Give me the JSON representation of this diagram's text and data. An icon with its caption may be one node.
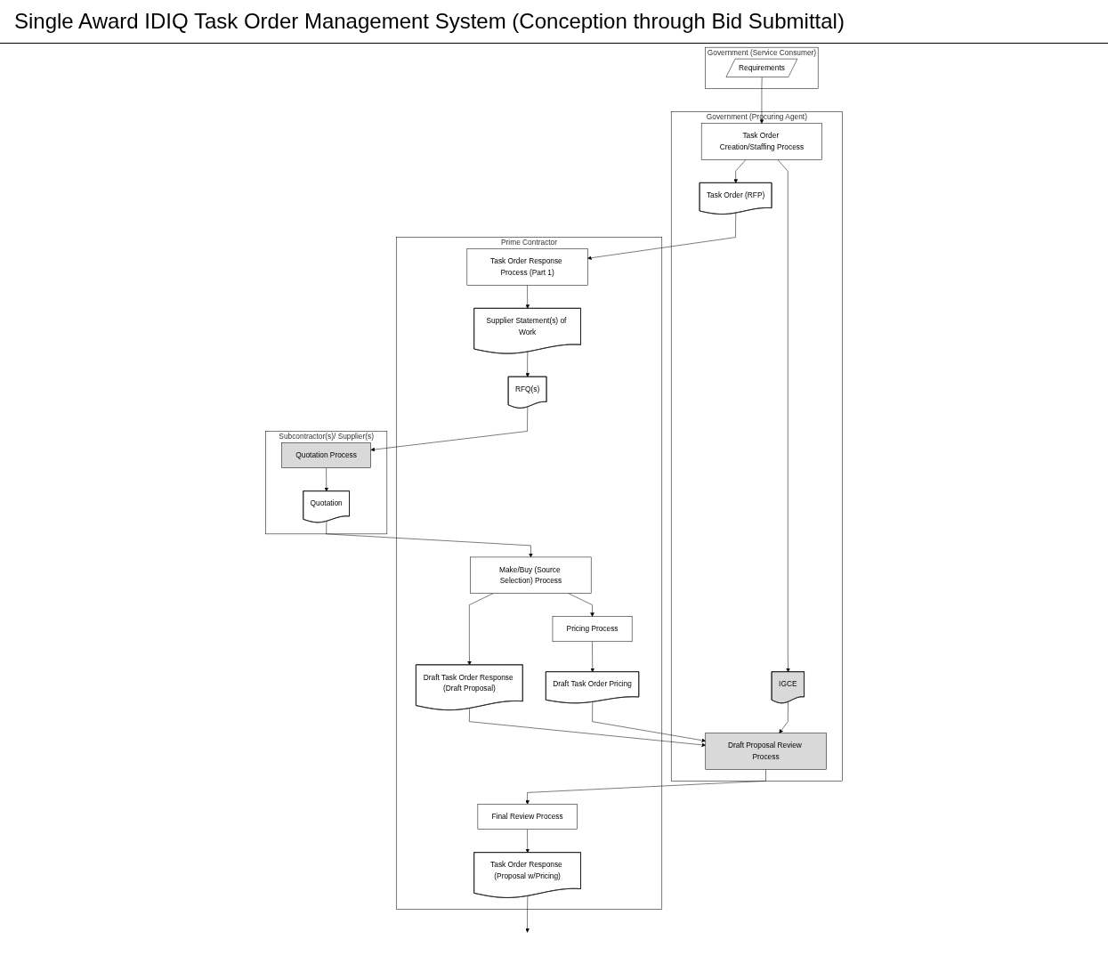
{
  "diagram": {
    "title": "Single Award IDIQ Task Order Management System (Conception through Bid Submittal)",
    "nodes": [
      {
        "text": [
          "Government (Service Consumer)"
        ]
      },
      {
        "text": [
          "Requirements"
        ],
        "in": 0
      },
      {
        "text": [
          "Government (Procuring Agent)"
        ]
      },
      {
        "text": [
          "Task Order Creation/Staffing Process"
        ],
        "in": 2
      },
      {
        "text": [
          "Task Order (RFP)"
        ],
        "in": 2
      },
      {
        "text": [
          "IGCE"
        ],
        "in": 2
      },
      {
        "text": [
          "Draft Proposal Review Process"
        ],
        "in": 2
      },
      {
        "text": [
          "Prime Contractor"
        ]
      },
      {
        "text": [
          "Task Order Response Process (Part 1)"
        ],
        "in": 7
      },
      {
        "text": [
          "Supplier Statement(s) of Work"
        ],
        "in": 7
      },
      {
        "text": [
          "RFQ(s)"
        ],
        "in": 7
      },
      {
        "text": [
          "Make/Buy (Source Selection) Process"
        ],
        "in": 7
      },
      {
        "text": [
          "Draft Task Order Response (Draft Proposal)"
        ],
        "in": 7
      },
      {
        "text": [
          "Pricing Process"
        ],
        "in": 7
      },
      {
        "text": [
          "Draft Task Order Pricing"
        ],
        "in": 7
      },
      {
        "text": [
          "Final Review Process"
        ],
        "in": 7
      },
      {
        "text": [
          "Task Order Response (Proposal w/Pricing)"
        ],
        "in": 7
      },
      {
        "text": [
          "Subcontractor(s)/ Supplier(s)"
        ]
      },
      {
        "text": [
          "Quotation Process"
        ],
        "in": 17
      },
      {
        "text": [
          "Quotation"
        ],
        "in": 17
      }
    ],
    "edges": [
      {
        "from": 1,
        "to": 3,
        "arrow": "to"
      },
      {
        "from": 3,
        "to": 4,
        "arrow": "to"
      },
      {
        "from": 3,
        "to": 5,
        "arrow": "to"
      },
      {
        "from": 4,
        "to": 8,
        "arrow": "to"
      },
      {
        "from": 8,
        "to": 9,
        "arrow": "to"
      },
      {
        "from": 9,
        "to": 10,
        "arrow": "to"
      },
      {
        "from": 10,
        "to": 18,
        "arrow": "to"
      },
      {
        "from": 18,
        "to": 19,
        "arrow": "to"
      },
      {
        "from": 19,
        "to": 11,
        "arrow": "to"
      },
      {
        "from": 11,
        "to": 12,
        "arrow": "to"
      },
      {
        "from": 11,
        "to": 13,
        "arrow": "to"
      },
      {
        "from": 13,
        "to": 14,
        "arrow": "to"
      },
      {
        "from": 12,
        "to": 6,
        "arrow": "to"
      },
      {
        "from": 14,
        "to": 6,
        "arrow": "to"
      },
      {
        "from": 5,
        "to": 6,
        "arrow": "to"
      },
      {
        "from": 6,
        "to": 15,
        "arrow": "to"
      },
      {
        "from": 15,
        "to": 16,
        "arrow": "to"
      },
      {
        "from": 16,
        "to": null,
        "arrow": "to"
      }
    ]
  }
}
